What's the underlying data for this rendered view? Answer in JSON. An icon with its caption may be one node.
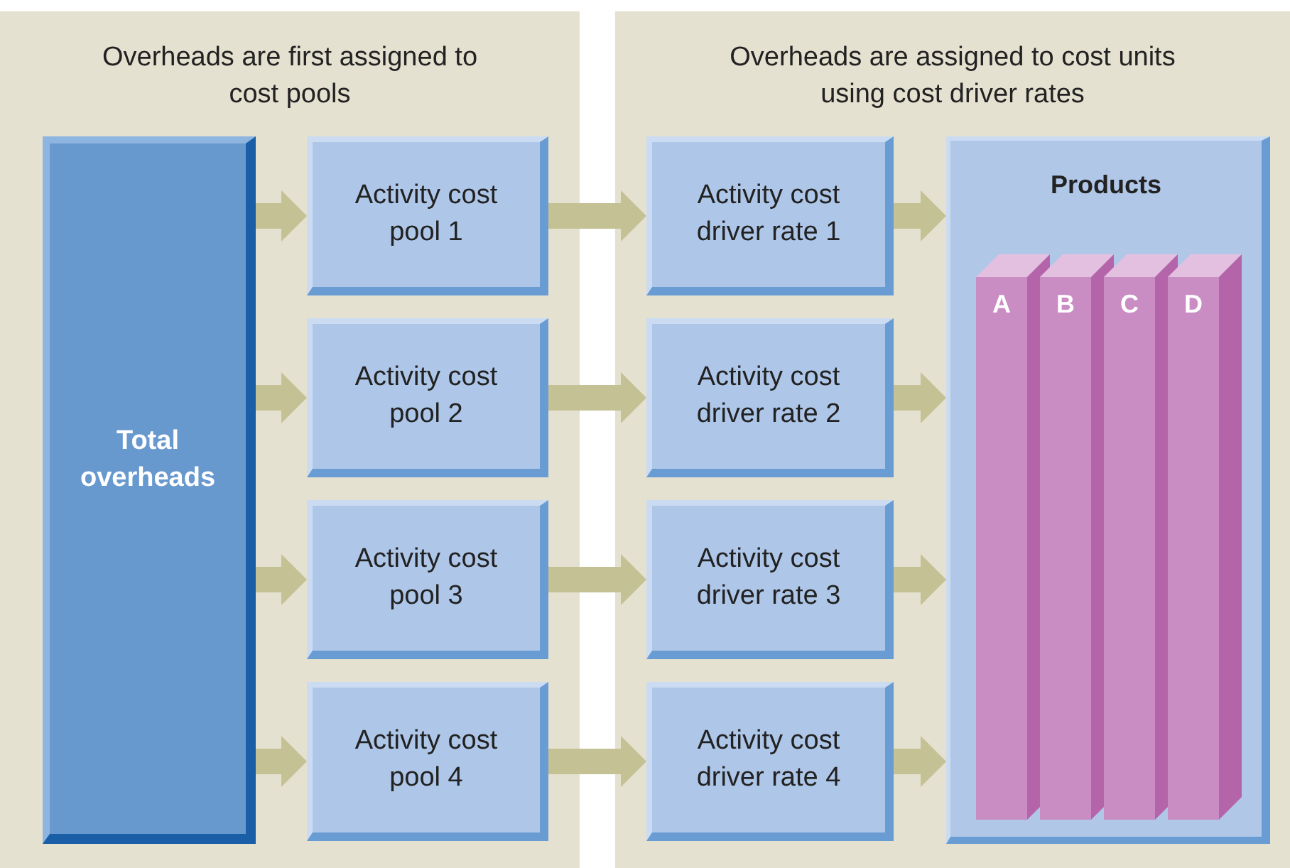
{
  "diagram": {
    "nodes": [
      {
        "text": [
          "Overheads are first assigned to cost pools"
        ]
      },
      {
        "text": [
          "Total overheads"
        ],
        "in": 0
      },
      {
        "text": [
          "Activity cost pool 1"
        ],
        "in": 0
      },
      {
        "text": [
          "Activity cost pool 2"
        ],
        "in": 0
      },
      {
        "text": [
          "Activity cost pool 3"
        ],
        "in": 0
      },
      {
        "text": [
          "Activity cost pool 4"
        ],
        "in": 0
      },
      {
        "text": [
          "Overheads are assigned to cost units using cost driver rates"
        ]
      },
      {
        "text": [
          "Activity cost driver rate 1"
        ],
        "in": 6
      },
      {
        "text": [
          "Activity cost driver rate 2"
        ],
        "in": 6
      },
      {
        "text": [
          "Activity cost driver rate 3"
        ],
        "in": 6
      },
      {
        "text": [
          "Activity cost driver rate 4"
        ],
        "in": 6
      },
      {
        "text": [
          "Products"
        ],
        "in": 6
      },
      {
        "text": [
          "A"
        ],
        "in": 11
      },
      {
        "text": [
          "B"
        ],
        "in": 11
      },
      {
        "text": [
          "C"
        ],
        "in": 11
      },
      {
        "text": [
          "D"
        ],
        "in": 11
      }
    ],
    "edges": [
      {
        "from": 1,
        "to": 2,
        "arrow": "to"
      },
      {
        "from": 1,
        "to": 3,
        "arrow": "to"
      },
      {
        "from": 1,
        "to": 4,
        "arrow": "to"
      },
      {
        "from": 1,
        "to": 5,
        "arrow": "to"
      },
      {
        "from": 2,
        "to": 7,
        "arrow": "to"
      },
      {
        "from": 3,
        "to": 8,
        "arrow": "to"
      },
      {
        "from": 4,
        "to": 9,
        "arrow": "to"
      },
      {
        "from": 5,
        "to": 10,
        "arrow": "to"
      },
      {
        "from": 7,
        "to": 11,
        "arrow": "to"
      },
      {
        "from": 8,
        "to": 11,
        "arrow": "to"
      },
      {
        "from": 9,
        "to": 11,
        "arrow": "to"
      },
      {
        "from": 10,
        "to": 11,
        "arrow": "to"
      }
    ]
  }
}
